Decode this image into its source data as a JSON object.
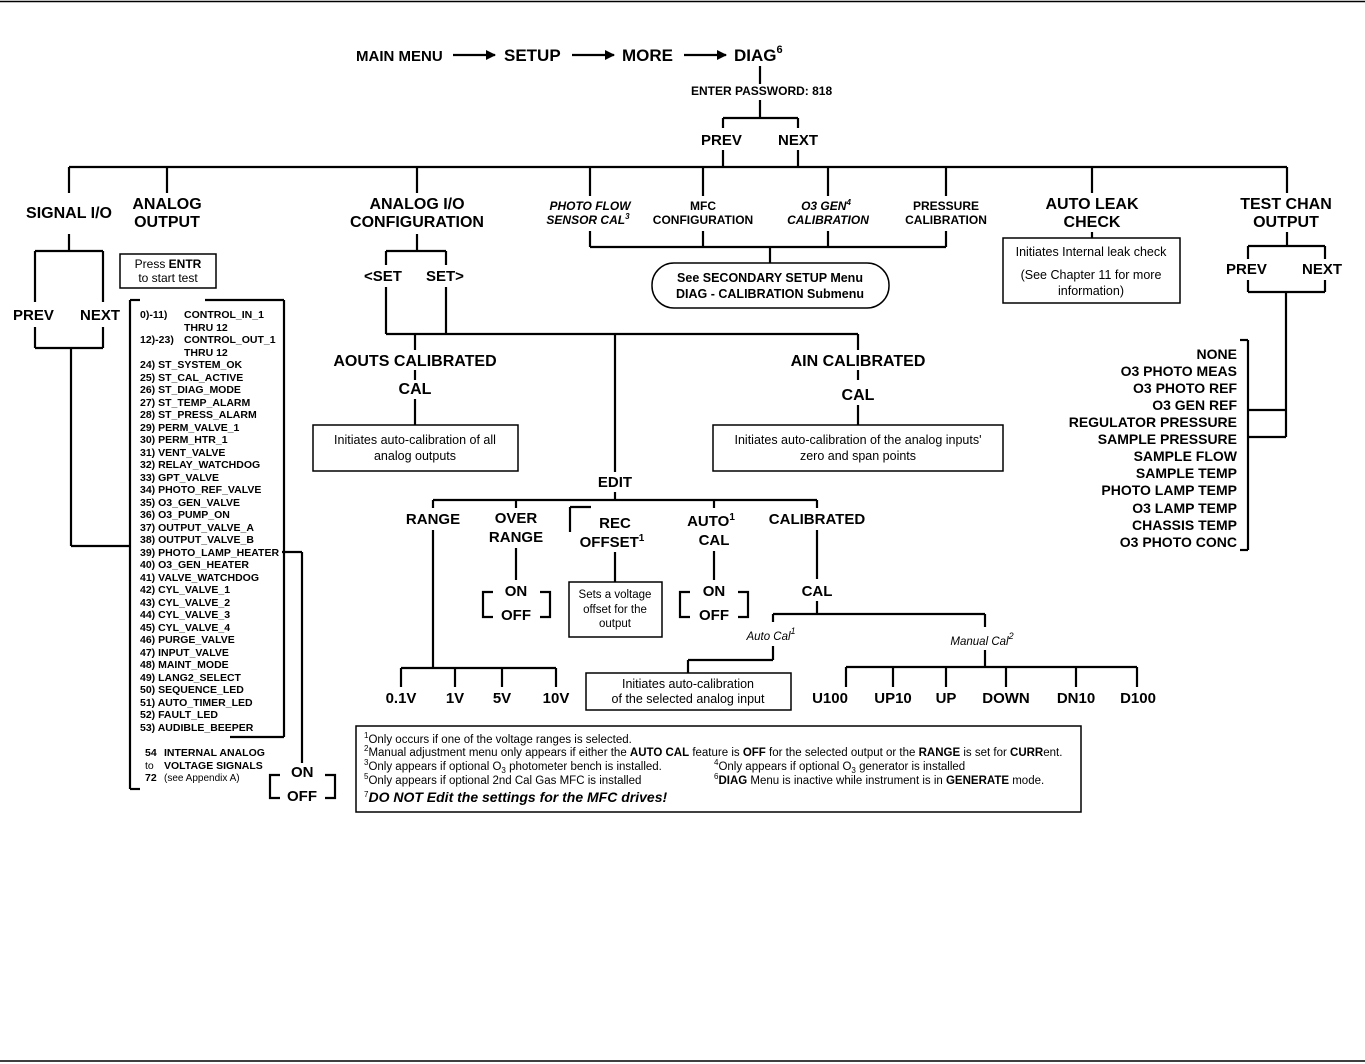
{
  "path": {
    "main_menu": "MAIN MENU",
    "setup": "SETUP",
    "more": "MORE",
    "diag": "DIAG",
    "diag_sup": "6"
  },
  "password": "ENTER PASSWORD: 818",
  "top_nav": {
    "prev": "PREV",
    "next": "NEXT"
  },
  "branches": {
    "signal_io": "SIGNAL I/O",
    "analog_output": [
      "ANALOG",
      "OUTPUT"
    ],
    "analog_io_config": [
      "ANALOG I/O",
      "CONFIGURATION"
    ],
    "photo_flow": [
      "PHOTO FLOW",
      "SENSOR  CAL"
    ],
    "photo_flow_sup": "3",
    "mfc": [
      "MFC",
      "CONFIGURATION"
    ],
    "o3_gen": [
      "O3 GEN",
      "CALIBRATION"
    ],
    "o3_gen_sup": "4",
    "pressure": [
      "PRESSURE",
      "CALIBRATION"
    ],
    "auto_leak": [
      "AUTO LEAK",
      "CHECK"
    ],
    "test_chan": [
      "TEST CHAN",
      "OUTPUT"
    ]
  },
  "signal_io_nav": {
    "prev": "PREV",
    "next": "NEXT"
  },
  "press_entr": {
    "pre": "Press ",
    "key": "ENTR",
    "line2": "to start test"
  },
  "signal_list": [
    "0)-11)",
    "CONTROL_IN_1",
    "THRU 12",
    "12)-23)",
    "CONTROL_OUT_1",
    "THRU 12",
    "24) ST_SYSTEM_OK",
    "25) ST_CAL_ACTIVE",
    "26) ST_DIAG_MODE",
    "27) ST_TEMP_ALARM",
    "28) ST_PRESS_ALARM",
    "29) PERM_VALVE_1",
    "30) PERM_HTR_1",
    "31) VENT_VALVE",
    "32) RELAY_WATCHDOG",
    "33) GPT_VALVE",
    "34) PHOTO_REF_VALVE",
    "35) O3_GEN_VALVE",
    "36) O3_PUMP_ON",
    "37) OUTPUT_VALVE_A",
    "38) OUTPUT_VALVE_B",
    "39) PHOTO_LAMP_HEATER",
    "40) O3_GEN_HEATER",
    "41) VALVE_WATCHDOG",
    "42) CYL_VALVE_1",
    "43) CYL_VALVE_2",
    "44) CYL_VALVE_3",
    "45) CYL_VALVE_4",
    "46) PURGE_VALVE",
    "47) INPUT_VALVE",
    "48) MAINT_MODE",
    "49) LANG2_SELECT",
    "50) SEQUENCE_LED",
    "51) AUTO_TIMER_LED",
    "52) FAULT_LED",
    "53) AUDIBLE_BEEPER"
  ],
  "internal_analog": {
    "n1": "54",
    "t1": "INTERNAL ANALOG",
    "n2": "to",
    "t2": "VOLTAGE SIGNALS",
    "n3": "72",
    "t3": "(see Appendix A)"
  },
  "onoff": {
    "on": "ON",
    "off": "OFF"
  },
  "set_nav": {
    "prev": "<SET",
    "next": "SET>"
  },
  "aouts": {
    "title": "AOUTS CALIBRATED",
    "cal": "CAL",
    "note": [
      "Initiates auto-calibration of all",
      "analog outputs"
    ]
  },
  "ain": {
    "title": "AIN CALIBRATED",
    "cal": "CAL",
    "note": [
      "Initiates auto-calibration of the analog inputs'",
      "zero and span points"
    ]
  },
  "secondary": [
    "See SECONDARY SETUP Menu",
    "DIAG - CALIBRATION Submenu"
  ],
  "leak_note": [
    "Initiates Internal leak check",
    "(See Chapter 11 for more",
    "information)"
  ],
  "test_chan_nav": {
    "prev": "PREV",
    "next": "NEXT"
  },
  "test_chan_list": [
    "NONE",
    "O3 PHOTO MEAS",
    "O3 PHOTO REF",
    "O3 GEN REF",
    "REGULATOR PRESSURE",
    "SAMPLE PRESSURE",
    "SAMPLE FLOW",
    "SAMPLE TEMP",
    "PHOTO LAMP TEMP",
    "O3 LAMP TEMP",
    "CHASSIS TEMP",
    "O3 PHOTO CONC"
  ],
  "edit": {
    "label": "EDIT",
    "range": "RANGE",
    "over_range": [
      "OVER",
      "RANGE"
    ],
    "rec_offset": [
      "REC",
      "OFFSET"
    ],
    "rec_offset_sup": "1",
    "auto_cal": [
      "AUTO",
      "CAL"
    ],
    "auto_cal_sup": "1",
    "calibrated": "CALIBRATED",
    "offset_note": [
      "Sets a voltage",
      "offset for the",
      "output"
    ],
    "cal": "CAL",
    "auto_cal_label": "Auto Cal",
    "auto_cal_label_sup": "1",
    "manual_cal_label": "Manual Cal",
    "manual_cal_label_sup": "2",
    "auto_cal_note": [
      "Initiates auto-calibration",
      "of the selected analog input"
    ],
    "ranges": [
      "0.1V",
      "1V",
      "5V",
      "10V"
    ],
    "manual_steps": [
      "U100",
      "UP10",
      "UP",
      "DOWN",
      "DN10",
      "D100"
    ]
  },
  "footnotes": {
    "f1": {
      "sup": "1",
      "text": "Only occurs if one of the voltage ranges is selected."
    },
    "f2": {
      "sup": "2",
      "a": "Manual adjustment menu only appears if either the ",
      "b": "AUTO CAL",
      "c": " feature is ",
      "d": "OFF",
      "e": " for the selected output or the ",
      "f": "RANGE",
      "g": " is set for ",
      "h": "CURR",
      "i": "ent."
    },
    "f3": {
      "sup": "3",
      "a": "Only appears if optional O",
      "sub": "3",
      "b": " photometer bench is installed."
    },
    "f4": {
      "sup": "4",
      "a": "Only appears if optional O",
      "sub": "3",
      "b": " generator is installed"
    },
    "f5": {
      "sup": "5",
      "text": "Only appears if optional 2nd Cal Gas MFC  is installed"
    },
    "f6": {
      "sup": "6",
      "a": "DIAG",
      "b": " Menu is inactive while instrument is in ",
      "c": "GENERATE",
      "d": " mode."
    },
    "f7": {
      "sup": "7",
      "text": "DO NOT Edit the settings for the MFC drives!"
    }
  }
}
